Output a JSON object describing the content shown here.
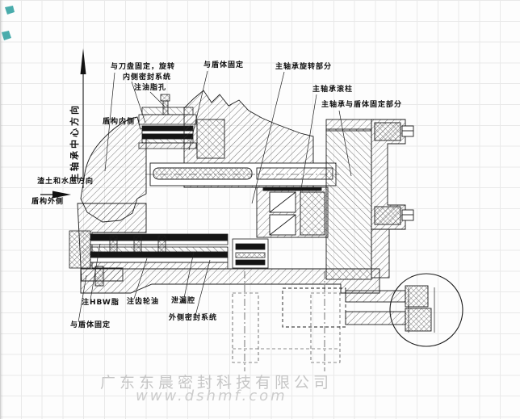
{
  "labels": {
    "axis_direction": "主轴承中心方向",
    "cutterhead_fixed": "与刀盘固定，旋转",
    "inner_seal_system": "内侧密封系统",
    "grease_hole": "注油脂孔",
    "shield_inner": "盾构内侧",
    "shield_fixed_top": "与盾体固定",
    "bearing_rotating": "主轴承旋转部分",
    "bearing_roller": "主轴承滚柱",
    "bearing_fixed": "主轴承与盾体固定部分",
    "pressure_direction": "渣土和水压方向",
    "shield_outer": "盾构外侧",
    "hbw_grease": "注HBW脂",
    "gear_oil": "注齿轮油",
    "leak_chamber": "泄漏腔",
    "outer_seal_system": "外侧密封系统",
    "shield_fixed_bottom": "与盾体固定"
  },
  "watermark": {
    "company": "广东东晨密封科技有限公司",
    "website": "www.dshmf.com"
  },
  "colors": {
    "line": "#1c1c1c",
    "seal_black": "#151515",
    "watermark_gray": "#c6c6c6",
    "artifact_teal": "#2a9d9d",
    "grid": "#e9e9e9"
  }
}
